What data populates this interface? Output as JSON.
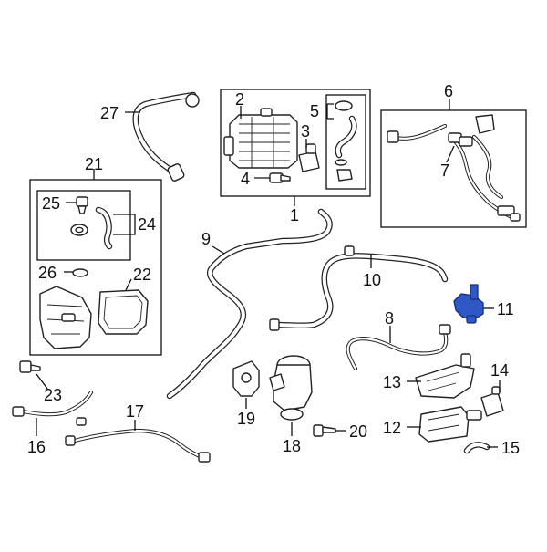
{
  "diagram": {
    "highlight_color": "#2f57c6",
    "highlighted_part": "11",
    "callouts": [
      {
        "id": "c1",
        "label": "1"
      },
      {
        "id": "c2",
        "label": "2"
      },
      {
        "id": "c3",
        "label": "3"
      },
      {
        "id": "c4",
        "label": "4"
      },
      {
        "id": "c5",
        "label": "5"
      },
      {
        "id": "c6",
        "label": "6"
      },
      {
        "id": "c7",
        "label": "7"
      },
      {
        "id": "c8",
        "label": "8"
      },
      {
        "id": "c9",
        "label": "9"
      },
      {
        "id": "c10",
        "label": "10"
      },
      {
        "id": "c11",
        "label": "11"
      },
      {
        "id": "c12",
        "label": "12"
      },
      {
        "id": "c13",
        "label": "13"
      },
      {
        "id": "c14",
        "label": "14"
      },
      {
        "id": "c15",
        "label": "15"
      },
      {
        "id": "c16",
        "label": "16"
      },
      {
        "id": "c17",
        "label": "17"
      },
      {
        "id": "c18",
        "label": "18"
      },
      {
        "id": "c19",
        "label": "19"
      },
      {
        "id": "c20",
        "label": "20"
      },
      {
        "id": "c21",
        "label": "21"
      },
      {
        "id": "c22",
        "label": "22"
      },
      {
        "id": "c23",
        "label": "23"
      },
      {
        "id": "c24",
        "label": "24"
      },
      {
        "id": "c25",
        "label": "25"
      },
      {
        "id": "c26",
        "label": "26"
      },
      {
        "id": "c27",
        "label": "27"
      }
    ]
  }
}
